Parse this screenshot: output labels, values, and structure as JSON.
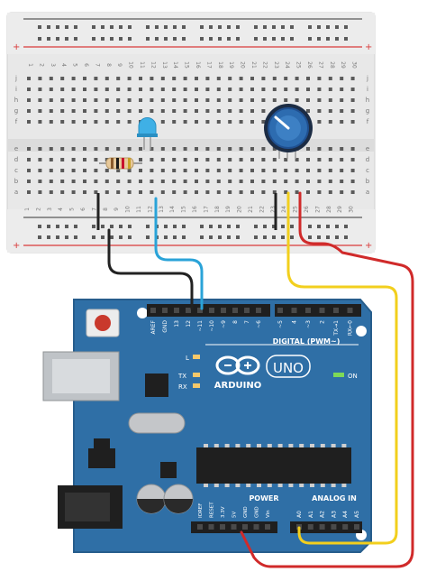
{
  "breadboard": {
    "column_numbers": [
      "1",
      "2",
      "3",
      "4",
      "5",
      "6",
      "7",
      "8",
      "9",
      "10",
      "11",
      "12",
      "13",
      "14",
      "15",
      "16",
      "17",
      "18",
      "19",
      "20",
      "21",
      "22",
      "23",
      "24",
      "25",
      "26",
      "27",
      "28",
      "29",
      "30"
    ],
    "row_letters_top": [
      "j",
      "i",
      "h",
      "g",
      "f"
    ],
    "row_letters_bottom": [
      "e",
      "d",
      "c",
      "b",
      "a"
    ],
    "rail_plus": "+",
    "rail_minus": "−",
    "colors": {
      "body": "#e6e6e6",
      "rail_red": "#d93a3a",
      "rail_black": "#333333"
    }
  },
  "components": {
    "led": {
      "color": "#3fb0e6",
      "name": "blue-led"
    },
    "resistor": {
      "bands": [
        "#8a5a2b",
        "#1a1a1a",
        "#c8102e",
        "#c9a227"
      ]
    },
    "potentiometer": {
      "body_color": "#1f4f8f"
    }
  },
  "arduino": {
    "board_color": "#2f6fa6",
    "brand_text": "ARDUINO",
    "model_text": "UNO",
    "digital_label": "DIGITAL (PWM~)",
    "power_label": "POWER",
    "analog_label": "ANALOG IN",
    "on_label": "ON",
    "l_label": "L",
    "tx_label": "TX",
    "rx_label": "RX",
    "digital_pins": [
      "AREF",
      "GND",
      "13",
      "12",
      "~11",
      "~10",
      "~9",
      "8",
      "7",
      "~6",
      "~5",
      "4",
      "~3",
      "2",
      "TX→1",
      "RX←0"
    ],
    "power_pins": [
      "IOREF",
      "RESET",
      "3.3V",
      "5V",
      "GND",
      "GND",
      "Vin"
    ],
    "analog_pins": [
      "A0",
      "A1",
      "A2",
      "A3",
      "A4",
      "A5"
    ]
  },
  "wires": {
    "black": "#222222",
    "blue": "#2aa3d8",
    "yellow": "#f2cf1d",
    "red": "#d02a2a"
  }
}
